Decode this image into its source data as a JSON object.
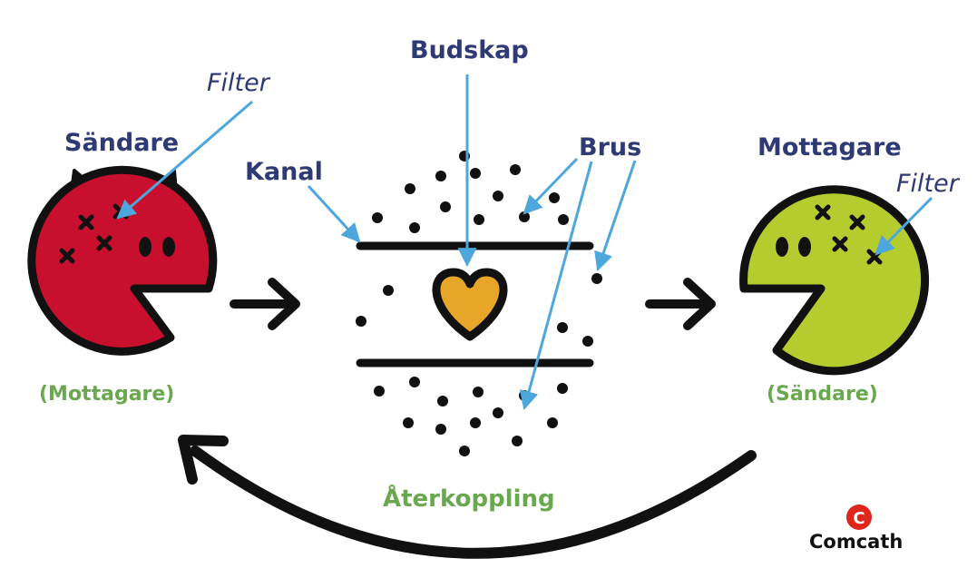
{
  "labels": {
    "sender": "Sändare",
    "sender_role_swap": "(Mottagare)",
    "filter_left": "Filter",
    "message": "Budskap",
    "channel": "Kanal",
    "noise": "Brus",
    "receiver": "Mottagare",
    "filter_right": "Filter",
    "receiver_role_swap": "(Sändare)",
    "feedback": "Återkoppling"
  },
  "brand": {
    "name": "Comcath",
    "logo_letter": "C"
  },
  "colors": {
    "label_text": "#2e3a74",
    "green_text": "#6aa84f",
    "sender_face": "#c8102e",
    "receiver_face": "#b5cc2e",
    "heart": "#e8a628",
    "pointer_lines": "#4da6dc",
    "brand_red": "#e0261b"
  },
  "icons": [
    "sender-face-icon",
    "receiver-face-icon",
    "heart-icon",
    "arrow-right-icon",
    "feedback-arrow-icon"
  ]
}
